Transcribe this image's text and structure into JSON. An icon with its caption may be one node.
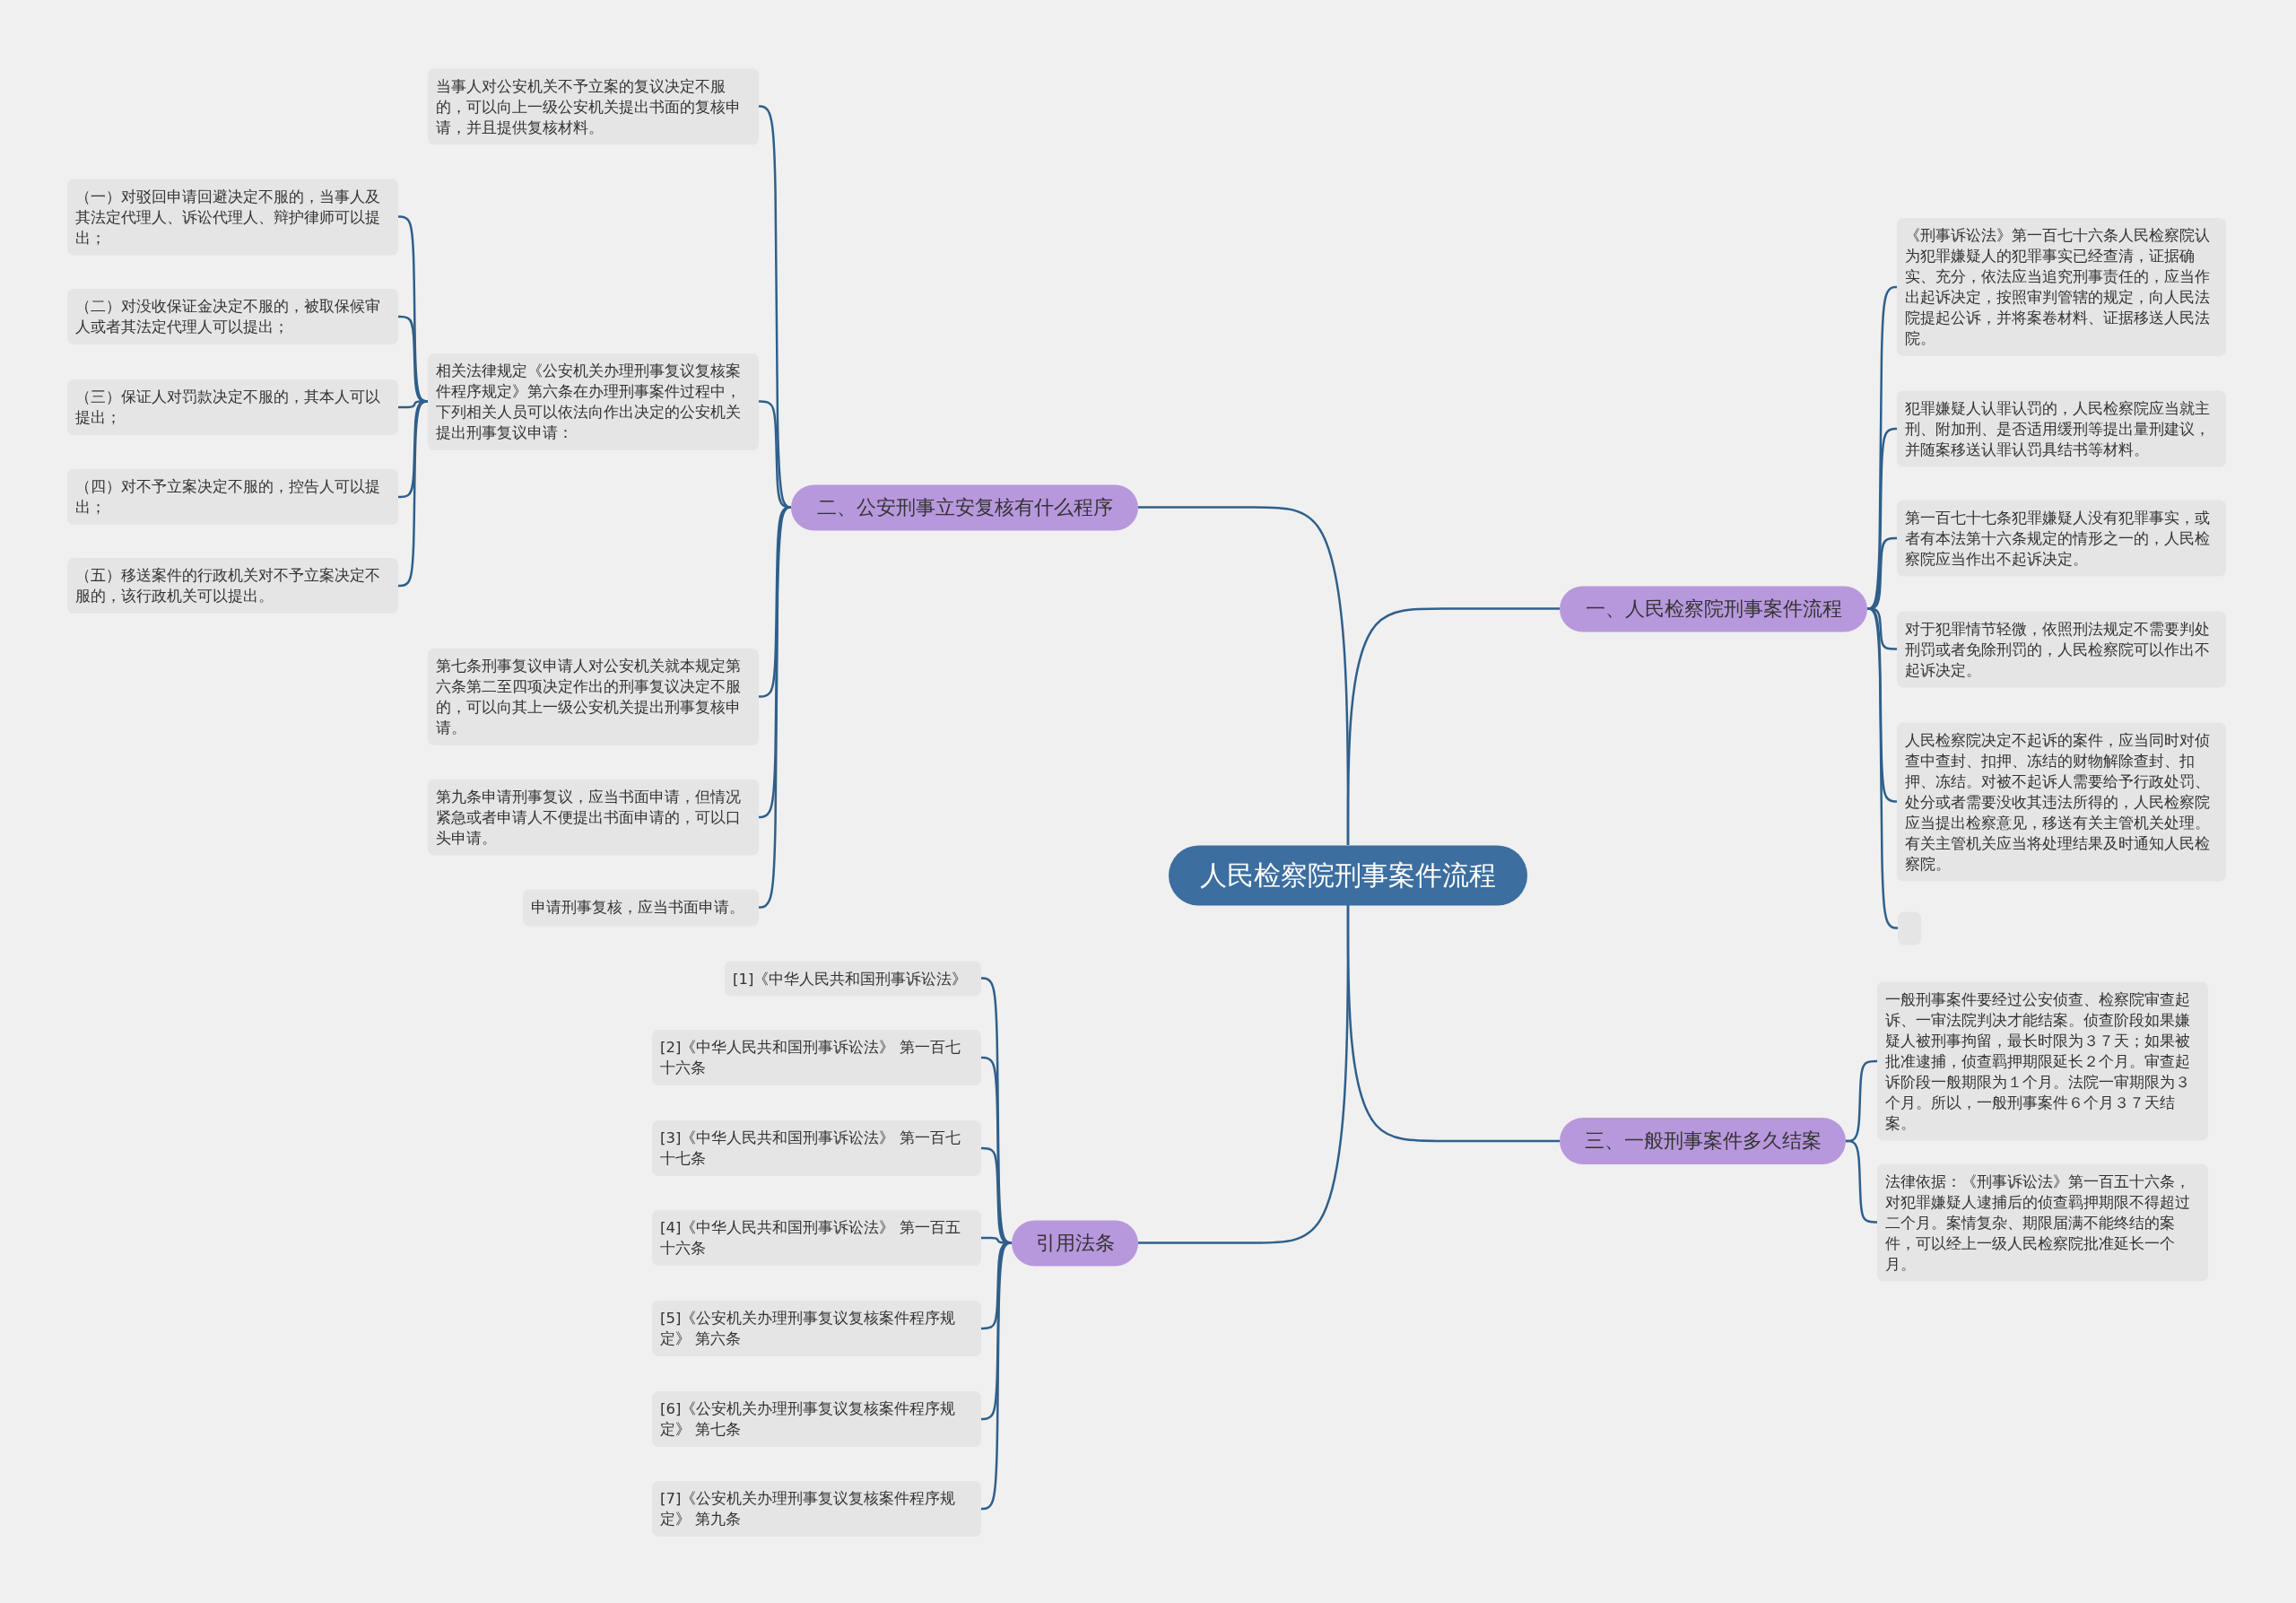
{
  "diagram": {
    "nodes": [
      {
        "text": [
          "人民检察院刑事案件流程"
        ]
      },
      {
        "text": [
          "一、人民检察院刑事案件流程"
        ]
      },
      {
        "text": [
          "《刑事诉讼法》第一百七十六条人民检察院认为犯罪嫌疑人的犯罪事实已经查清，证据确实、充分，依法应当追究刑事责任的，应当作出起诉决定，按照审判管辖的规定，向人民法院提起公诉，并将案卷材料、证据移送人民法院。"
        ]
      },
      {
        "text": [
          "犯罪嫌疑人认罪认罚的，人民检察院应当就主刑、附加刑、是否适用缓刑等提出量刑建议，并随案移送认罪认罚具结书等材料。"
        ]
      },
      {
        "text": [
          "第一百七十七条犯罪嫌疑人没有犯罪事实，或者有本法第十六条规定的情形之一的，人民检察院应当作出不起诉决定。"
        ]
      },
      {
        "text": [
          "对于犯罪情节轻微，依照刑法规定不需要判处刑罚或者免除刑罚的，人民检察院可以作出不起诉决定。"
        ]
      },
      {
        "text": [
          "人民检察院决定不起诉的案件，应当同时对侦查中查封、扣押、冻结的财物解除查封、扣押、冻结。对被不起诉人需要给予行政处罚、处分或者需要没收其违法所得的，人民检察院应当提出检察意见，移送有关主管机关处理。有关主管机关应当将处理结果及时通知人民检察院。"
        ]
      },
      {
        "text": [],
        "shape": "box"
      },
      {
        "text": [
          "三、一般刑事案件多久结案"
        ]
      },
      {
        "text": [
          "一般刑事案件要经过公安侦查、检察院审查起诉、一审法院判决才能结案。侦查阶段如果嫌疑人被刑事拘留，最长时限为３７天；如果被批准逮捕，侦查羁押期限延长２个月。审查起诉阶段一般期限为１个月。法院一审期限为３个月。所以，一般刑事案件６个月３７天结案。"
        ]
      },
      {
        "text": [
          "法律依据：《刑事诉讼法》第一百五十六条，对犯罪嫌疑人逮捕后的侦查羁押期限不得超过二个月。案情复杂、期限届满不能终结的案件，可以经上一级人民检察院批准延长一个月。"
        ]
      },
      {
        "text": [
          "二、公安刑事立安复核有什么程序"
        ]
      },
      {
        "text": [
          "当事人对公安机关不予立案的复议决定不服的，可以向上一级公安机关提出书面的复核申请，并且提供复核材料。"
        ]
      },
      {
        "text": [
          "相关法律规定《公安机关办理刑事复议复核案件程序规定》第六条在办理刑事案件过程中，下列相关人员可以依法向作出决定的公安机关提出刑事复议申请："
        ]
      },
      {
        "text": [
          "（一）对驳回申请回避决定不服的，当事人及其法定代理人、诉讼代理人、辩护律师可以提出；"
        ]
      },
      {
        "text": [
          "（二）对没收保证金决定不服的，被取保候审人或者其法定代理人可以提出；"
        ]
      },
      {
        "text": [
          "（三）保证人对罚款决定不服的，其本人可以提出；"
        ]
      },
      {
        "text": [
          "（四）对不予立案决定不服的，控告人可以提出；"
        ]
      },
      {
        "text": [
          "（五）移送案件的行政机关对不予立案决定不服的，该行政机关可以提出。"
        ]
      },
      {
        "text": [
          "第七条刑事复议申请人对公安机关就本规定第六条第二至四项决定作出的刑事复议决定不服的，可以向其上一级公安机关提出刑事复核申请。"
        ]
      },
      {
        "text": [
          "第九条申请刑事复议，应当书面申请，但情况紧急或者申请人不便提出书面申请的，可以口头申请。"
        ]
      },
      {
        "text": [
          "申请刑事复核，应当书面申请。"
        ]
      },
      {
        "text": [
          "引用法条"
        ]
      },
      {
        "text": [
          "[1]《中华人民共和国刑事诉讼法》"
        ]
      },
      {
        "text": [
          "[2]《中华人民共和国刑事诉讼法》 第一百七十六条"
        ]
      },
      {
        "text": [
          "[3]《中华人民共和国刑事诉讼法》 第一百七十七条"
        ]
      },
      {
        "text": [
          "[4]《中华人民共和国刑事诉讼法》 第一百五十六条"
        ]
      },
      {
        "text": [
          "[5]《公安机关办理刑事复议复核案件程序规定》 第六条"
        ]
      },
      {
        "text": [
          "[6]《公安机关办理刑事复议复核案件程序规定》 第七条"
        ]
      },
      {
        "text": [
          "[7]《公安机关办理刑事复议复核案件程序规定》 第九条"
        ]
      }
    ],
    "edges": [
      {
        "from": 0,
        "to": 1,
        "arrow": "none"
      },
      {
        "from": 1,
        "to": 2,
        "arrow": "none"
      },
      {
        "from": 1,
        "to": 3,
        "arrow": "none"
      },
      {
        "from": 1,
        "to": 4,
        "arrow": "none"
      },
      {
        "from": 1,
        "to": 5,
        "arrow": "none"
      },
      {
        "from": 1,
        "to": 6,
        "arrow": "none"
      },
      {
        "from": 1,
        "to": 7,
        "arrow": "none"
      },
      {
        "from": 0,
        "to": 8,
        "arrow": "none"
      },
      {
        "from": 8,
        "to": 9,
        "arrow": "none"
      },
      {
        "from": 8,
        "to": 10,
        "arrow": "none"
      },
      {
        "from": 0,
        "to": 11,
        "arrow": "none"
      },
      {
        "from": 11,
        "to": 12,
        "arrow": "none"
      },
      {
        "from": 11,
        "to": 13,
        "arrow": "none"
      },
      {
        "from": 13,
        "to": 14,
        "arrow": "none"
      },
      {
        "from": 13,
        "to": 15,
        "arrow": "none"
      },
      {
        "from": 13,
        "to": 16,
        "arrow": "none"
      },
      {
        "from": 13,
        "to": 17,
        "arrow": "none"
      },
      {
        "from": 13,
        "to": 18,
        "arrow": "none"
      },
      {
        "from": 11,
        "to": 19,
        "arrow": "none"
      },
      {
        "from": 11,
        "to": 20,
        "arrow": "none"
      },
      {
        "from": 11,
        "to": 21,
        "arrow": "none"
      },
      {
        "from": 0,
        "to": 22,
        "arrow": "none"
      },
      {
        "from": 22,
        "to": 23,
        "arrow": "none"
      },
      {
        "from": 22,
        "to": 24,
        "arrow": "none"
      },
      {
        "from": 22,
        "to": 25,
        "arrow": "none"
      },
      {
        "from": 22,
        "to": 26,
        "arrow": "none"
      },
      {
        "from": 22,
        "to": 27,
        "arrow": "none"
      },
      {
        "from": 22,
        "to": 28,
        "arrow": "none"
      },
      {
        "from": 22,
        "to": 29,
        "arrow": "none"
      }
    ]
  }
}
